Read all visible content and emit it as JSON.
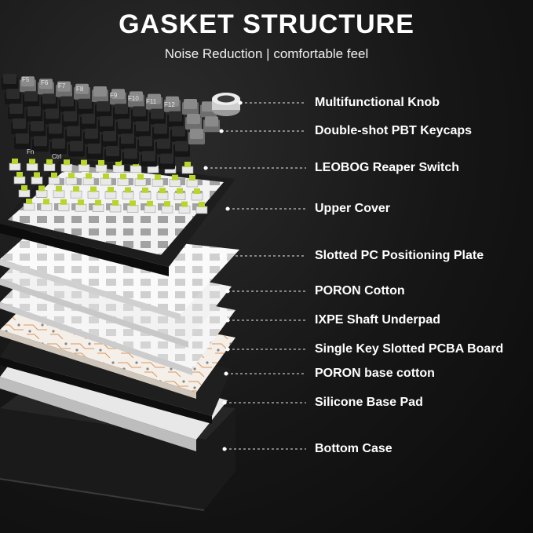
{
  "header": {
    "title": "GASKET STRUCTURE",
    "subtitle": "Noise Reduction | comfortable feel"
  },
  "keycap_legends": [
    "F5",
    "F6",
    "F7",
    "F8",
    "F9",
    "F10",
    "F11",
    "F12",
    "Fn",
    "Ctrl"
  ],
  "layers": [
    {
      "id": "knob",
      "label": "Multifunctional Knob"
    },
    {
      "id": "keycaps",
      "label": "Double-shot PBT Keycaps"
    },
    {
      "id": "switch",
      "label": "LEOBOG Reaper Switch"
    },
    {
      "id": "upper",
      "label": "Upper Cover"
    },
    {
      "id": "plate",
      "label": "Slotted PC Positioning Plate"
    },
    {
      "id": "poron",
      "label": "PORON Cotton"
    },
    {
      "id": "ixpe",
      "label": "IXPE Shaft Underpad"
    },
    {
      "id": "pcba",
      "label": "Single Key Slotted PCBA Board"
    },
    {
      "id": "poron-base",
      "label": "PORON base cotton"
    },
    {
      "id": "silicone",
      "label": "Silicone Base Pad"
    },
    {
      "id": "bottom",
      "label": "Bottom Case"
    }
  ],
  "colors": {
    "background": "#161616",
    "keycap_dark": "#2b2b2b",
    "keycap_grey": "#8a8a8a",
    "switch_green": "#b9d42a",
    "plate_white": "#f1f1f1",
    "pcb_copper": "#d98a4a",
    "case_black": "#1c1c1c"
  }
}
